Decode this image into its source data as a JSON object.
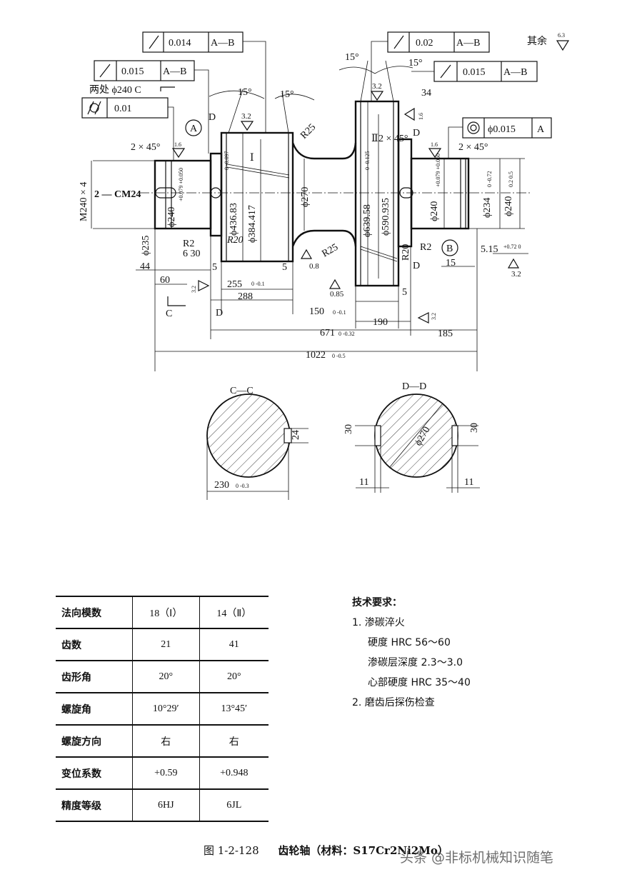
{
  "drawing": {
    "fcf1": {
      "tol": "0.014",
      "datum": "A—B"
    },
    "fcf2": {
      "tol": "0.015",
      "datum": "A—B"
    },
    "two_places": "两处 ϕ240 C",
    "fcf3": {
      "tol": "0.01"
    },
    "fcf4": {
      "tol": "0.02",
      "datum": "A—B"
    },
    "fcf5": {
      "tol": "0.015",
      "datum": "A—B"
    },
    "fcf6": {
      "tol": "ϕ0.015",
      "datum": "A"
    },
    "rest_roughness_label": "其余",
    "rest_roughness": "6.3",
    "angle_15": "15°",
    "r25": "R25",
    "r20": "R20",
    "r2": "R2",
    "ra32": "3.2",
    "ra16": "1.6",
    "ra08": "0.8",
    "ra085": "0.85",
    "chamfer": "2 × 45°",
    "gear1_mark": "Ⅰ",
    "gear2_mark": "Ⅱ",
    "datum_a": "A",
    "datum_b": "B",
    "sec_c": "C",
    "sec_d": "D",
    "m240": "M240 × 4",
    "cm24": "2 — CM24",
    "d240_left": "ϕ240",
    "d240_tol": "+0.079 +0.050",
    "d235": "ϕ235",
    "d436": "ϕ436.83",
    "d436_tol": "0 -0.097",
    "d384": "ϕ384.417",
    "d270": "ϕ270",
    "d639": "ϕ639.58",
    "d639_tol": "0 -0.125",
    "d590": "ϕ590.935",
    "d240_right": "ϕ240",
    "d240_right_tol": "+0.079 +0.050",
    "d234": "ϕ234",
    "d234_tol": "0 -0.72",
    "d240_end": "ϕ240",
    "d240_end_tol": "0.2 0.5",
    "dim_34": "34",
    "dim_630": "6 30",
    "dim_44": "44",
    "dim_60": "60",
    "dim_5": "5",
    "dim_255": "255",
    "dim_255_tol": "0 -0.1",
    "dim_288": "288",
    "dim_150": "150",
    "dim_150_tol": "0 -0.1",
    "dim_190": "190",
    "dim_671": "671",
    "dim_671_tol": "0 -0.32",
    "dim_185": "185",
    "dim_1022": "1022",
    "dim_1022_tol": "0 -0.5",
    "dim_515": "5.15",
    "dim_515_tol": "+0.72 0",
    "dim_15": "15",
    "sec_cc_title": "C—C",
    "sec_cc_24": "24",
    "sec_cc_230": "230",
    "sec_cc_230_tol": "0 -0.3",
    "sec_dd_title": "D—D",
    "sec_dd_d270": "ϕ270",
    "sec_dd_30": "30",
    "sec_dd_11": "11"
  },
  "table": {
    "rows": [
      {
        "label": "法向模数",
        "v1": "18（Ⅰ）",
        "v2": "14（Ⅱ）"
      },
      {
        "label": "齿数",
        "v1": "21",
        "v2": "41"
      },
      {
        "label": "齿形角",
        "v1": "20°",
        "v2": "20°"
      },
      {
        "label": "螺旋角",
        "v1": "10°29′",
        "v2": "13°45′"
      },
      {
        "label": "螺旋方向",
        "v1": "右",
        "v2": "右"
      },
      {
        "label": "变位系数",
        "v1": "+0.59",
        "v2": "+0.948"
      },
      {
        "label": "精度等级",
        "v1": "6HJ",
        "v2": "6JL"
      }
    ]
  },
  "requirements": {
    "title": "技术要求：",
    "items": [
      "1. 渗碳淬火",
      "硬度 HRC 56～60",
      "渗碳层深度 2.3～3.0",
      "心部硬度 HRC 35～40",
      "2. 磨齿后探伤检查"
    ]
  },
  "caption": {
    "fig": "图 1-2-128",
    "title": "齿轮轴（材料：S17Cr2Ni2Mo）"
  },
  "watermark": "头条 @非标机械知识随笔"
}
